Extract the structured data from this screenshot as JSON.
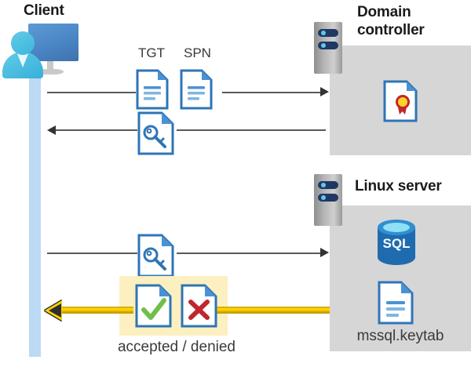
{
  "diagram": {
    "title_client": "Client",
    "title_domain_controller": "Domain controller",
    "title_linux_server": "Linux server",
    "labels": {
      "tgt": "TGT",
      "spn": "SPN",
      "accepted_denied": "accepted / denied",
      "keytab": "mssql.keytab"
    },
    "icons": {
      "client_person": "person-icon",
      "client_monitor": "monitor-icon",
      "dc_rack": "server-rack-icon",
      "linux_rack": "server-rack-icon",
      "certificate": "certificate-document-icon",
      "sql_database": "sql-database-icon",
      "keytab_document": "document-icon",
      "tgt_document": "document-icon",
      "spn_document": "document-icon",
      "key_document_up": "key-document-icon",
      "key_document_down": "key-document-icon",
      "accepted_document": "check-document-icon",
      "denied_document": "x-document-icon"
    },
    "sql_text": "SQL",
    "colors": {
      "panel_gray": "#d6d6d6",
      "lifeline_blue": "#bcd9f5",
      "highlight_yellow": "#fcf0c0",
      "arrow_gold": "#ffd400",
      "doc_blue": "#2e75b6",
      "accent_green": "#6fbf4a",
      "accent_red": "#c0272d",
      "cert_gold": "#ffd42a",
      "sql_blue": "#1f6bb0"
    },
    "flows": [
      {
        "id": "flow-tgt-spn",
        "direction": "right",
        "from": "Client",
        "to": "Domain controller",
        "carries": [
          "TGT",
          "SPN"
        ]
      },
      {
        "id": "flow-key-down",
        "direction": "left",
        "from": "Domain controller",
        "to": "Client",
        "carries": [
          "key-document"
        ]
      },
      {
        "id": "flow-key-request",
        "direction": "right",
        "from": "Client",
        "to": "Linux server",
        "carries": [
          "key-document"
        ]
      },
      {
        "id": "flow-result",
        "direction": "left",
        "from": "Linux server",
        "to": "Client",
        "carries": [
          "accepted / denied"
        ]
      }
    ]
  }
}
